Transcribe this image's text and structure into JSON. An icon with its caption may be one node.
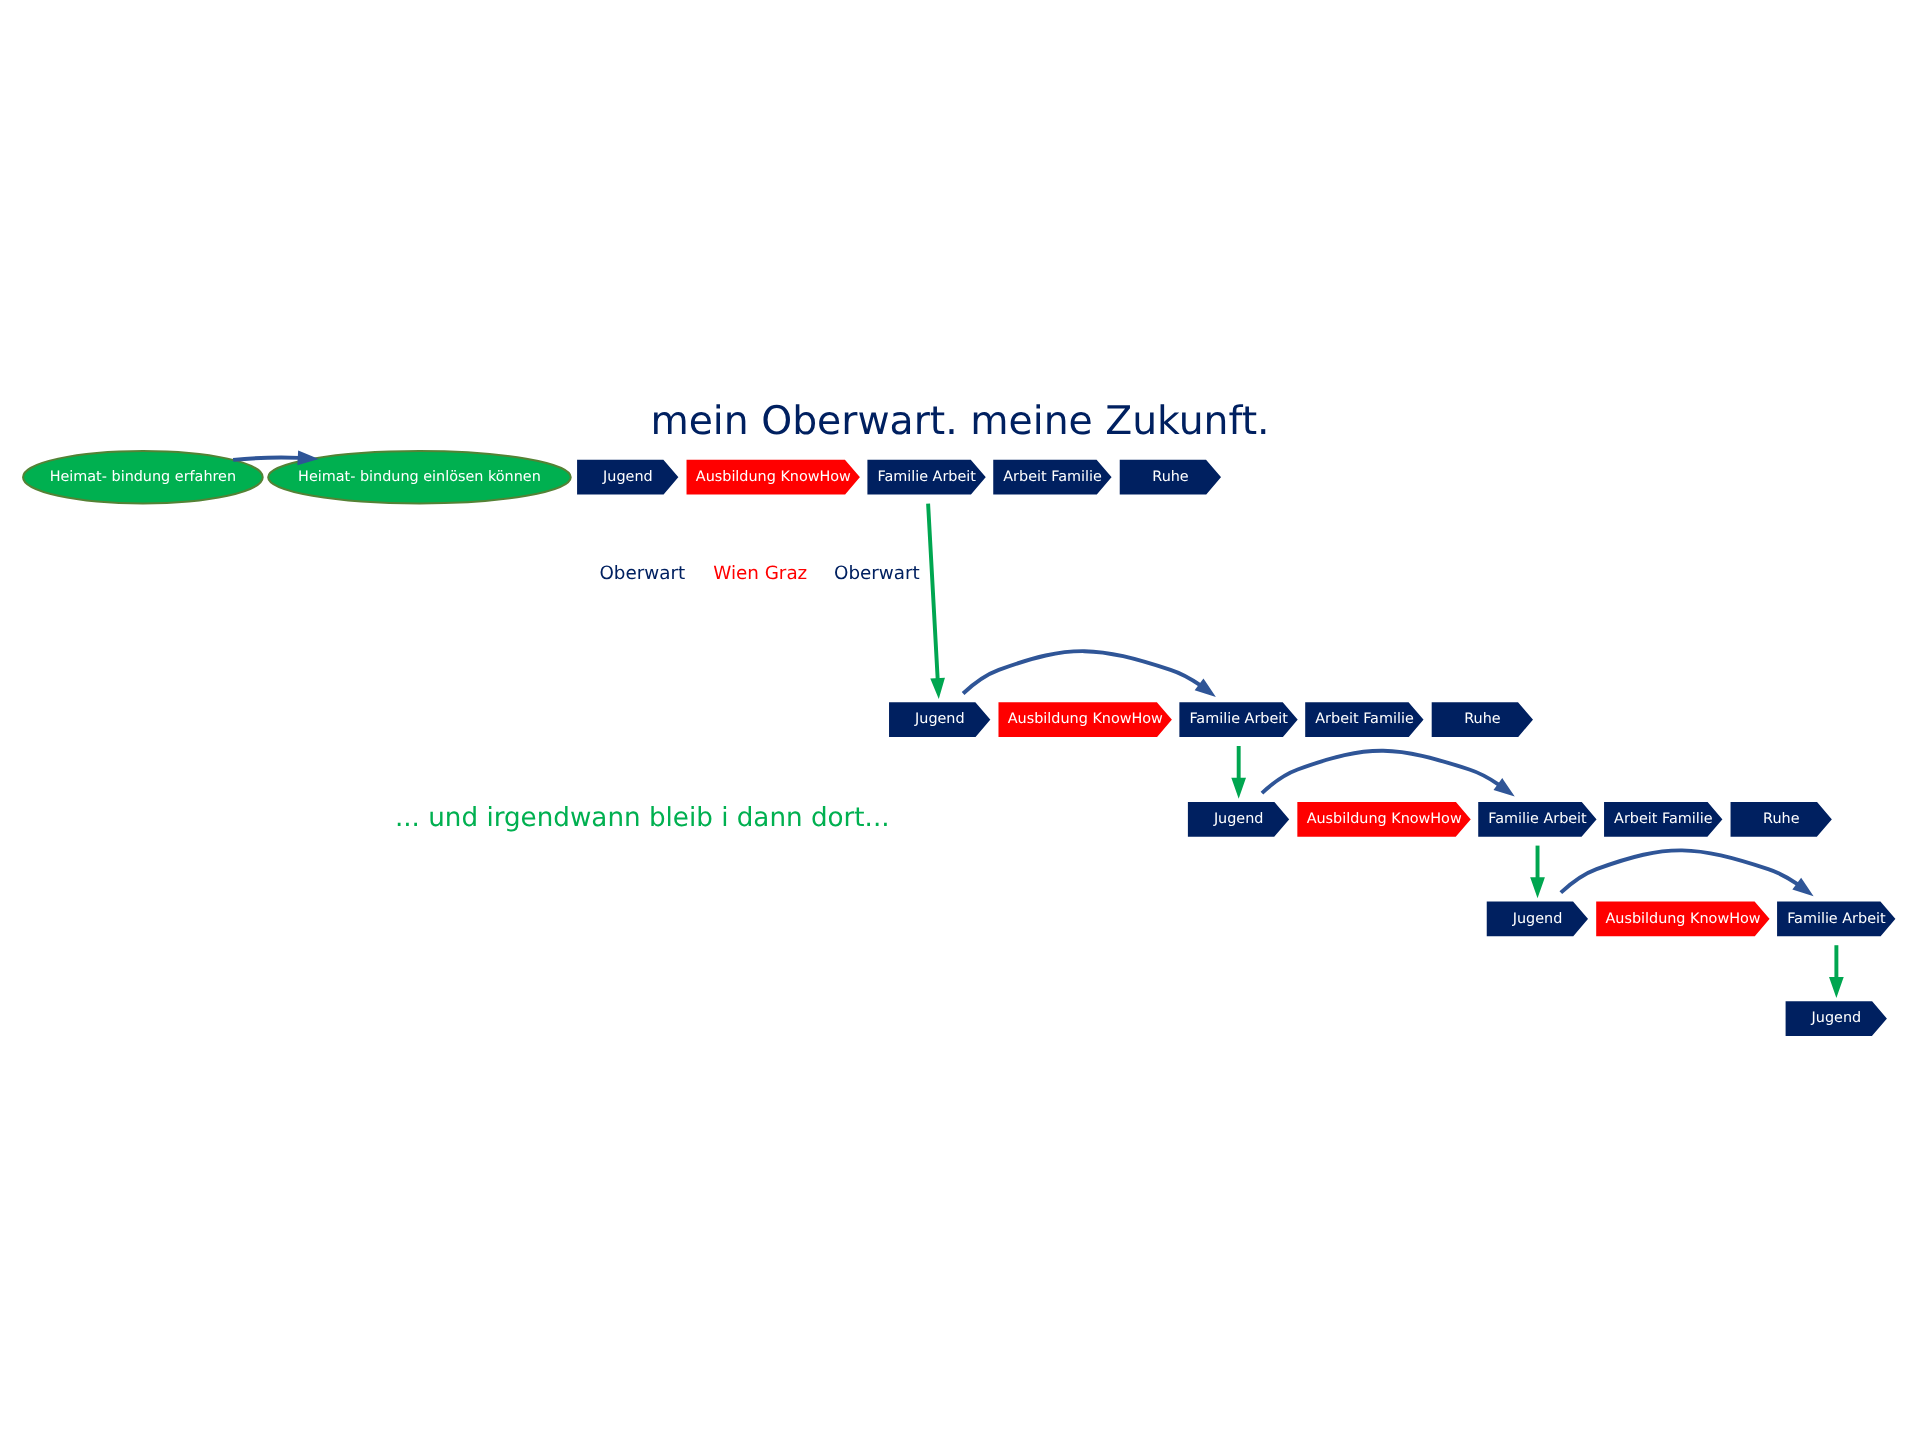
{
  "diagram": {
    "title": "mein Oberwart. meine Zukunft.",
    "nodes": [
      {
        "text": [
          "Heimat- bindung erfahren"
        ]
      },
      {
        "text": [
          "Heimat- bindung einlösen können"
        ]
      },
      {
        "text": [
          "Jugend"
        ]
      },
      {
        "text": [
          "Ausbildung KnowHow"
        ]
      },
      {
        "text": [
          "Familie Arbeit"
        ]
      },
      {
        "text": [
          "Arbeit Familie"
        ]
      },
      {
        "text": [
          "Ruhe"
        ]
      },
      {
        "text": [
          "Jugend"
        ]
      },
      {
        "text": [
          "Ausbildung KnowHow"
        ]
      },
      {
        "text": [
          "Familie Arbeit"
        ]
      },
      {
        "text": [
          "Arbeit Familie"
        ]
      },
      {
        "text": [
          "Ruhe"
        ]
      },
      {
        "text": [
          "Jugend"
        ]
      },
      {
        "text": [
          "Ausbildung KnowHow"
        ]
      },
      {
        "text": [
          "Familie Arbeit"
        ]
      },
      {
        "text": [
          "Arbeit Familie"
        ]
      },
      {
        "text": [
          "Ruhe"
        ]
      },
      {
        "text": [
          "Jugend"
        ]
      },
      {
        "text": [
          "Ausbildung KnowHow"
        ]
      },
      {
        "text": [
          "Familie Arbeit"
        ]
      },
      {
        "text": [
          "Jugend"
        ]
      }
    ],
    "edges": [
      {
        "from": 0,
        "to": 1,
        "arrow": "to"
      },
      {
        "from": 4,
        "to": 7,
        "arrow": "to",
        "color": "#00a650"
      },
      {
        "from": 7,
        "to": 9,
        "arrow": "to"
      },
      {
        "from": 9,
        "to": 12,
        "arrow": "to",
        "color": "#00a650"
      },
      {
        "from": 12,
        "to": 14,
        "arrow": "to"
      },
      {
        "from": 14,
        "to": 17,
        "arrow": "to",
        "color": "#00a650"
      },
      {
        "from": 17,
        "to": 19,
        "arrow": "to"
      },
      {
        "from": 19,
        "to": 20,
        "arrow": "to",
        "color": "#00a650"
      }
    ],
    "labels": [
      "Oberwart",
      "Wien Graz",
      "Oberwart",
      "... und irgendwann bleib i dann dort..."
    ]
  }
}
